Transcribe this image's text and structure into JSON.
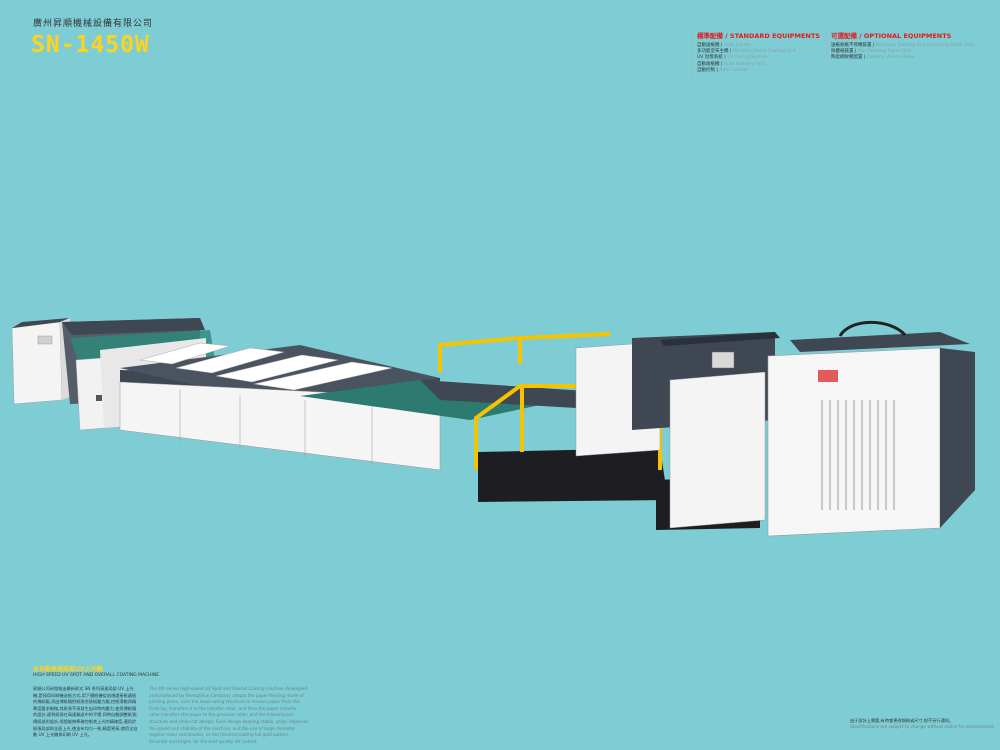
{
  "header": {
    "company": "廣州昇順機械設備有限公司",
    "model": "SN-1450W"
  },
  "standard": {
    "heading": "標準配備 / STANDARD EQUIPMENTS",
    "items": [
      {
        "cn": "自動送紙機",
        "en": "Auto Feeder"
      },
      {
        "cn": "多功能塗布主機",
        "en": "Multifunctional Coating Unit"
      },
      {
        "cn": "UV 封燈系統",
        "en": "UV Curing System"
      },
      {
        "cn": "自動收紙機",
        "en": "Auto Delivery Unit"
      },
      {
        "cn": "自動控制",
        "en": "Auto Control"
      }
    ]
  },
  "optional": {
    "heading": "可選配備 / OPTIONAL EQUIPMENTS",
    "items": [
      {
        "cn": "送紙收紙不停機裝置",
        "en": "Non-stop Feeding And Receiving Paper Unit"
      },
      {
        "cn": "除塵紙裝置",
        "en": "Pre-Cleaning Paper Unit"
      },
      {
        "cn": "陶瓷網紋輥配置",
        "en": "Ceramic Anilox Roller"
      }
    ]
  },
  "intro": {
    "title_cn": "全自動高速局部UV上光機",
    "title_en": "HIGH SPEED UV SPOT AND OVERALL COATING MACHINE",
    "desc_cn": "昇順公司研發推出最新款式 SN 系列高速局部 UV 上光機,是採用印刷機送紙方式,用下擺紙機從前規處接紙遞紙的傳紙輥,再由傳紙輥把紙張交接紙壓力輥,控紙滑動與精準度要求細微,其紙張不再發生出印時的壓力,使用傳紙輥的設計,達到紙張在高速輸送中的平穩,同時自動調整紙張;傳紙部份設計,保證能夠準確控制其上光的精確度,適用於紙張局部與全面上光,使塗布均勻一致,精度更高,使用全自動 UV 上光機與印刷 UV 上光。",
    "desc_en": "The 4th series high-speed UV Spot and Overall Coating machine developed and produced by ShengShun Company adopts the paper-feeding mode of printing press, uses the lower-swing structure to receive paper from the front-lay, transfers it to the transfer roller, and then the paper transfer roller transfers the paper to the pressure roller; and the transmission structure and clean-cut design. Such design keeping stable, grips, improves the speed and stability of the machine, and the use of large diameter register roller coordinates, so the finished coating full gold pattern. Accurate and bright, for the best quality UV coated."
  },
  "footer": {
    "cn": "由于設計上需要,有時會更改規格或尺寸,恕不另行通知。",
    "en": "Specifications are subject to change without notice for improvement."
  },
  "colors": {
    "background": "#7ecdd5",
    "accent_yellow": "#ffd21f",
    "accent_red": "#e41a1a"
  }
}
